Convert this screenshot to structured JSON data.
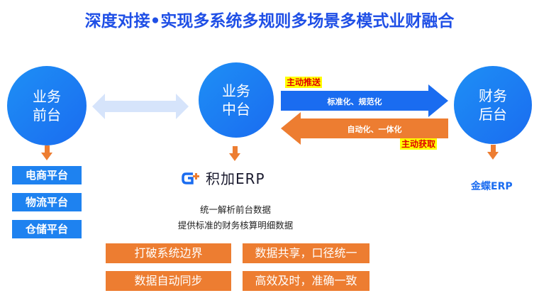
{
  "title": "深度对接•实现多系统多规则多场景多模式业财融合",
  "nodes": {
    "front": {
      "line1": "业务",
      "line2": "前台"
    },
    "middle": {
      "line1": "业务",
      "line2": "中台"
    },
    "back": {
      "line1": "财务",
      "line2": "后台"
    }
  },
  "front_platforms": [
    "电商平台",
    "物流平台",
    "仓储平台"
  ],
  "middle_logo": {
    "icon": "g-plus-logo-icon",
    "text": "积加ERP"
  },
  "middle_desc": [
    "统一解析前台数据",
    "提供标准的财务核算明细数据"
  ],
  "back_system": "金蝶ERP",
  "flows": {
    "push": {
      "tag": "主动推送",
      "label": "标准化、规范化"
    },
    "pull": {
      "tag": "主动获取",
      "label": "自动化、一体化"
    }
  },
  "benefits": [
    "打破系统边界",
    "数据共享，口径统一",
    "数据自动同步",
    "高效及时，准确一致"
  ],
  "colors": {
    "primary_blue": "#1a6cf0",
    "title_blue": "#1f4fe6",
    "orange": "#ed7d31",
    "light_blue": "#d6e4fb",
    "tag_yellow": "#ffff00",
    "tag_red": "#e00000"
  }
}
